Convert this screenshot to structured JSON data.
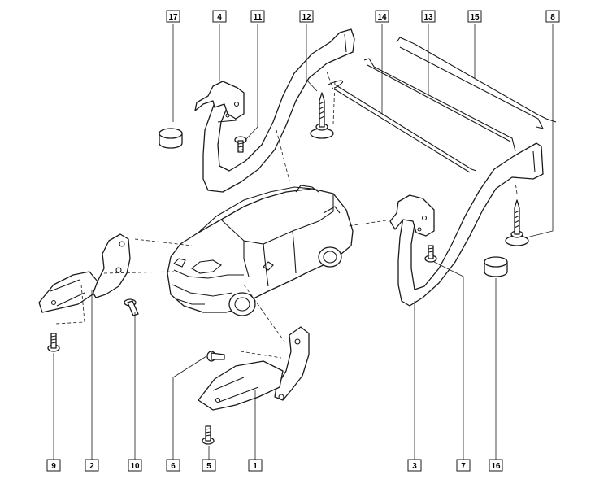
{
  "diagram": {
    "callouts": [
      {
        "id": "c17",
        "label": "17"
      },
      {
        "id": "c4",
        "label": "4"
      },
      {
        "id": "c11",
        "label": "11"
      },
      {
        "id": "c12",
        "label": "12"
      },
      {
        "id": "c14",
        "label": "14"
      },
      {
        "id": "c13",
        "label": "13"
      },
      {
        "id": "c15",
        "label": "15"
      },
      {
        "id": "c8",
        "label": "8"
      },
      {
        "id": "c9",
        "label": "9"
      },
      {
        "id": "c2",
        "label": "2"
      },
      {
        "id": "c10",
        "label": "10"
      },
      {
        "id": "c6",
        "label": "6"
      },
      {
        "id": "c5",
        "label": "5"
      },
      {
        "id": "c1",
        "label": "1"
      },
      {
        "id": "c3",
        "label": "3"
      },
      {
        "id": "c7",
        "label": "7"
      },
      {
        "id": "c16",
        "label": "16"
      }
    ]
  }
}
